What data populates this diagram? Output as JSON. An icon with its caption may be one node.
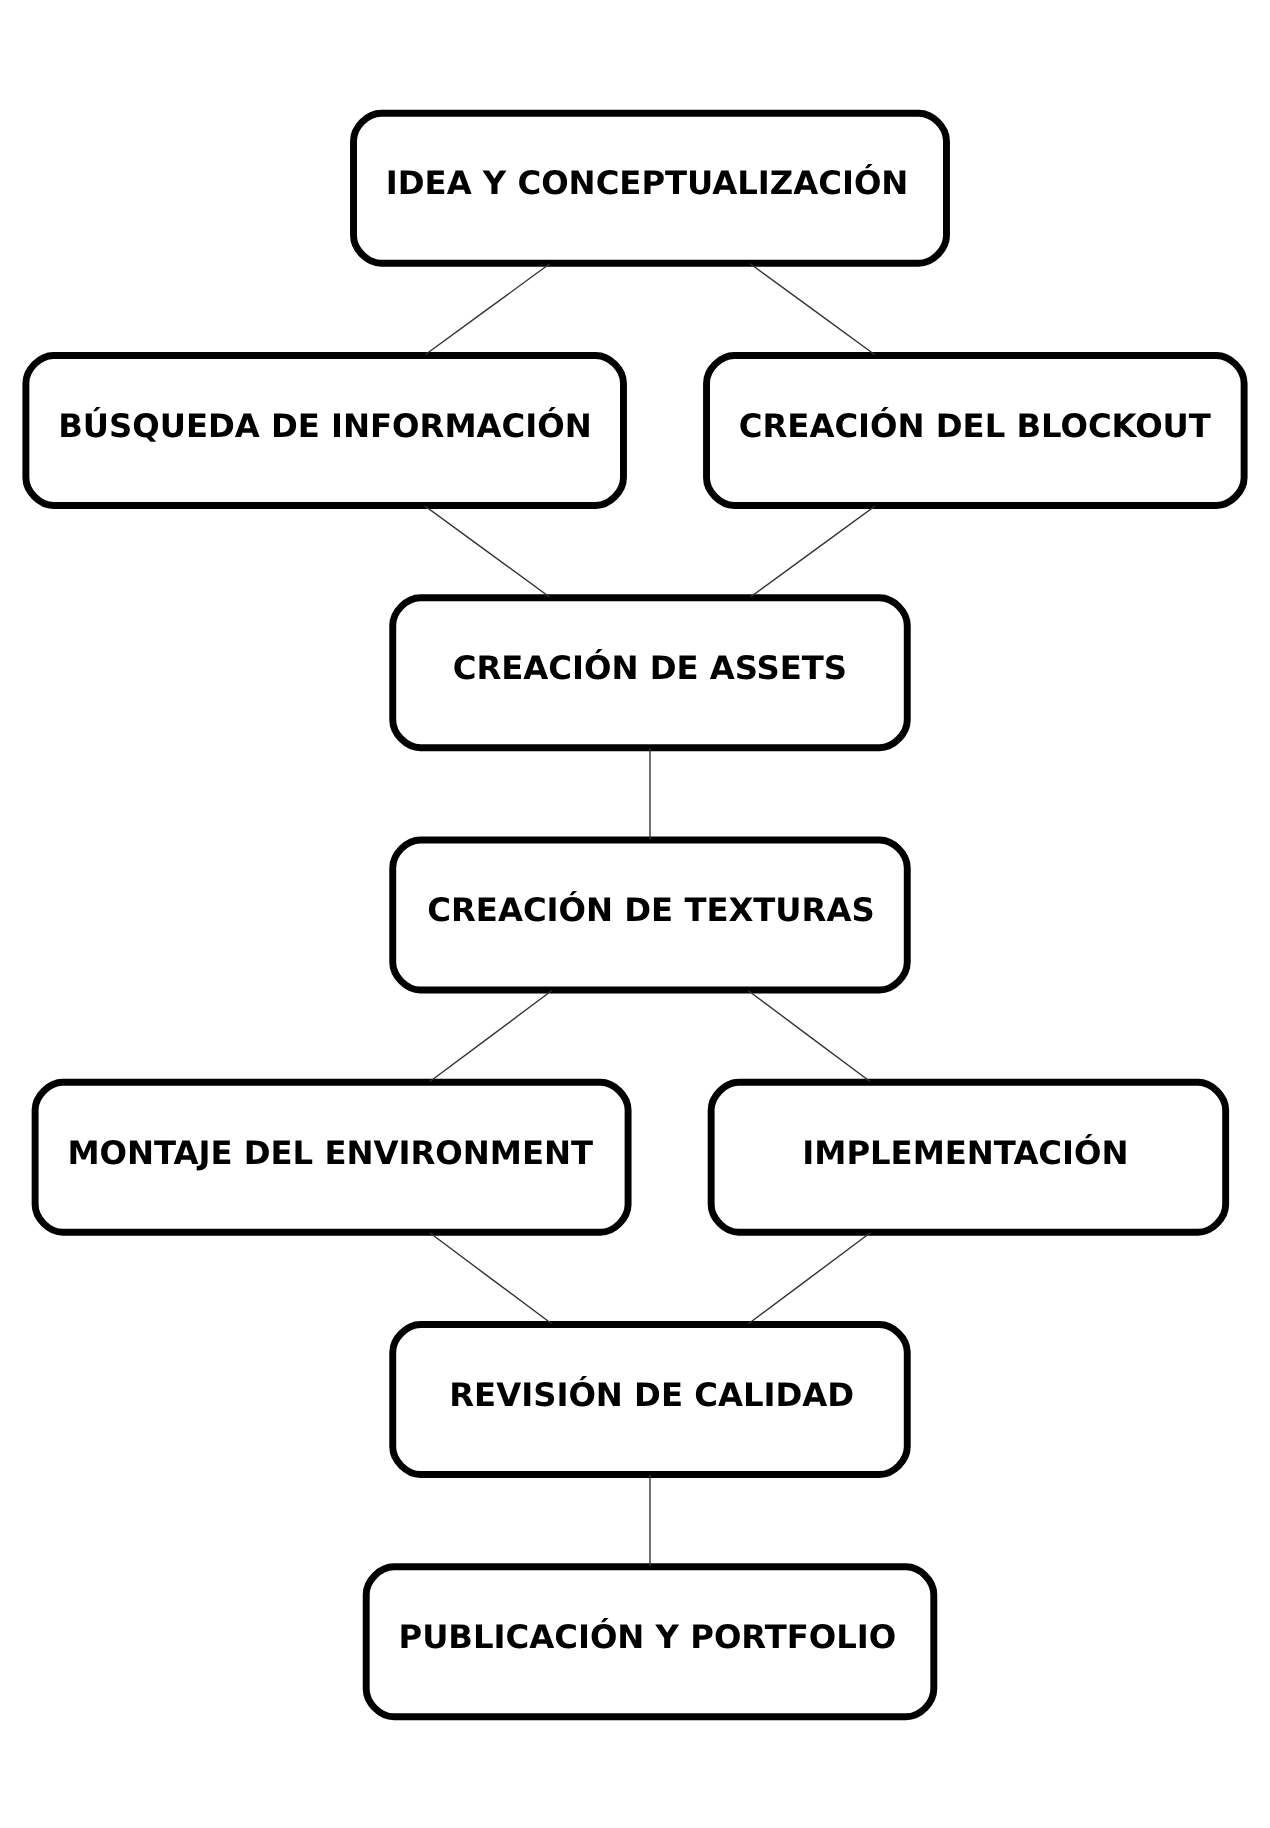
{
  "diagram": {
    "nodes": [
      {
        "text": [
          "IDEA Y CONCEPTUALIZACIÓN"
        ]
      },
      {
        "text": [
          "BÚSQUEDA DE INFORMACIÓN"
        ]
      },
      {
        "text": [
          "CREACIÓN DEL BLOCKOUT"
        ]
      },
      {
        "text": [
          "CREACIÓN DE ASSETS"
        ]
      },
      {
        "text": [
          "CREACIÓN DE TEXTURAS"
        ]
      },
      {
        "text": [
          "MONTAJE DEL ENVIRONMENT"
        ]
      },
      {
        "text": [
          "IMPLEMENTACIÓN"
        ]
      },
      {
        "text": [
          "REVISIÓN DE CALIDAD"
        ]
      },
      {
        "text": [
          "PUBLICACIÓN Y PORTFOLIO"
        ]
      }
    ],
    "edges": [
      {
        "from": 0,
        "to": 1,
        "arrow": "none"
      },
      {
        "from": 0,
        "to": 2,
        "arrow": "none"
      },
      {
        "from": 1,
        "to": 3,
        "arrow": "none"
      },
      {
        "from": 2,
        "to": 3,
        "arrow": "none"
      },
      {
        "from": 3,
        "to": 4,
        "arrow": "none"
      },
      {
        "from": 4,
        "to": 5,
        "arrow": "none"
      },
      {
        "from": 4,
        "to": 6,
        "arrow": "none"
      },
      {
        "from": 5,
        "to": 7,
        "arrow": "none"
      },
      {
        "from": 6,
        "to": 7,
        "arrow": "none"
      },
      {
        "from": 7,
        "to": 8,
        "arrow": "none"
      }
    ]
  }
}
